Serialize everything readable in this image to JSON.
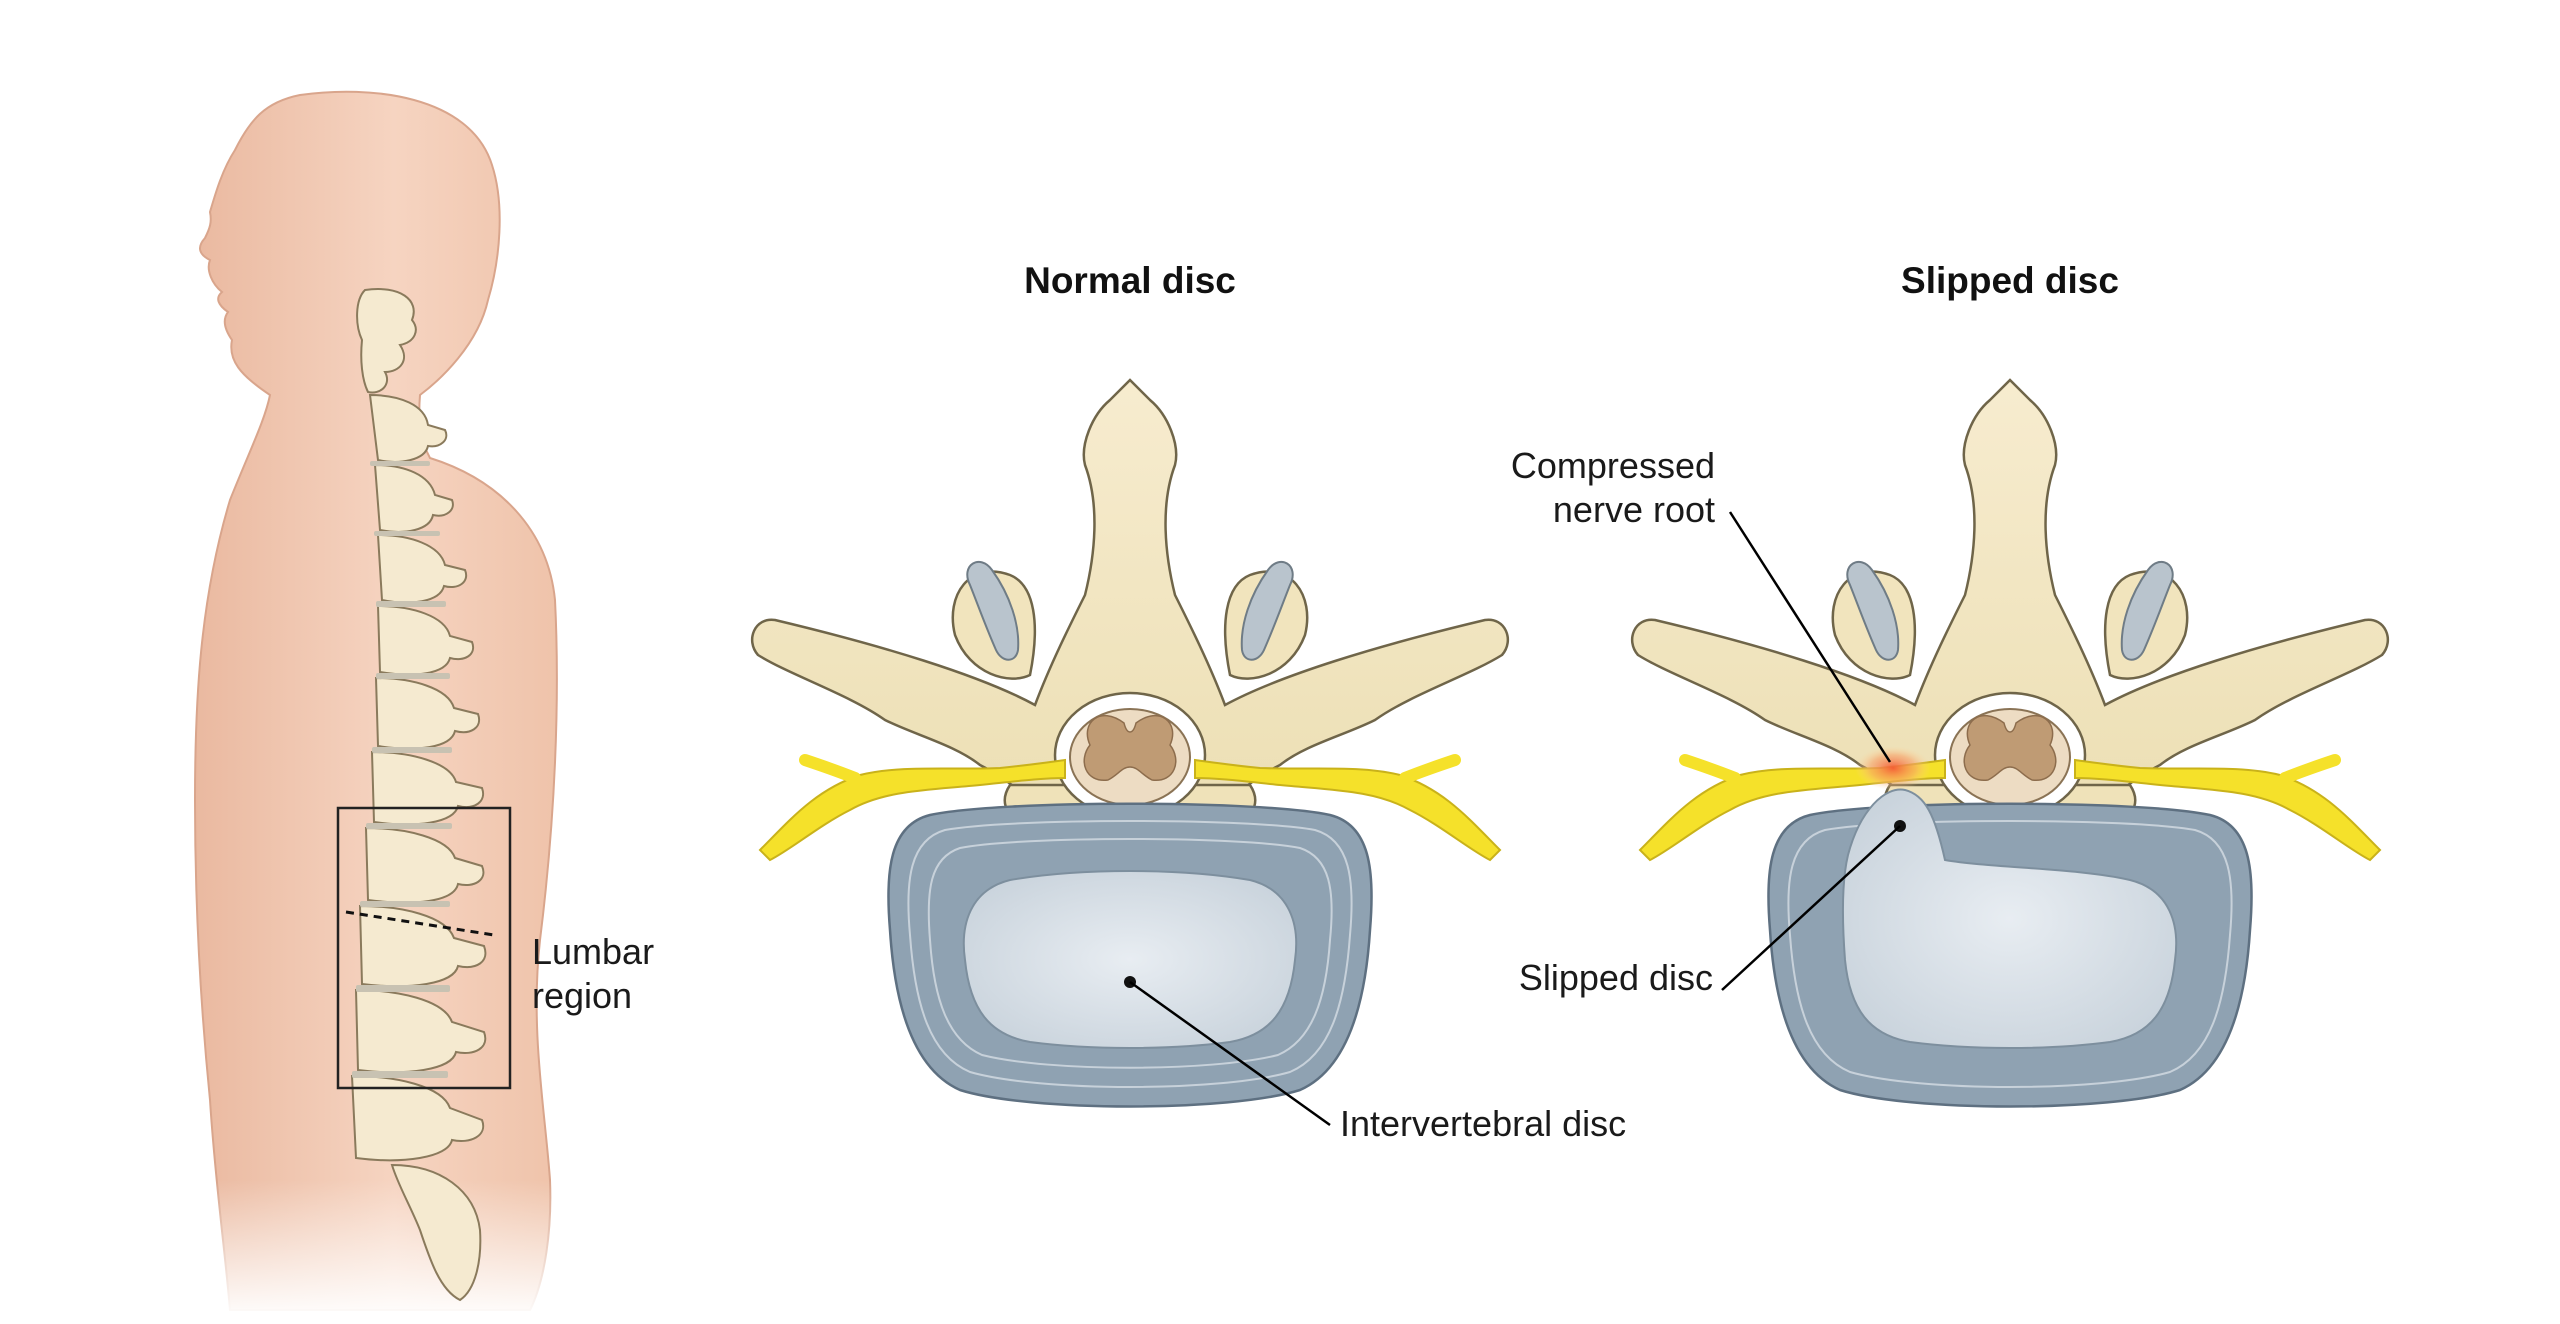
{
  "panels": {
    "normal": {
      "title": "Normal disc"
    },
    "slipped": {
      "title": "Slipped disc"
    }
  },
  "labels": {
    "lumbar_line1": "Lumbar",
    "lumbar_line2": "region",
    "compressed_line1": "Compressed",
    "compressed_line2": "nerve root",
    "slipped_disc": "Slipped disc",
    "intervertebral_disc": "Intervertebral disc"
  },
  "colors": {
    "skin": "#f1c7ae",
    "bone": "#f2e6c2",
    "bone_outline": "#6f6549",
    "nerve": "#f5e12a",
    "disc_annulus": "#8fa2b2",
    "disc_nucleus": "#dbe3ea",
    "inflammation": "#f3643c",
    "leader_line": "#000000"
  }
}
